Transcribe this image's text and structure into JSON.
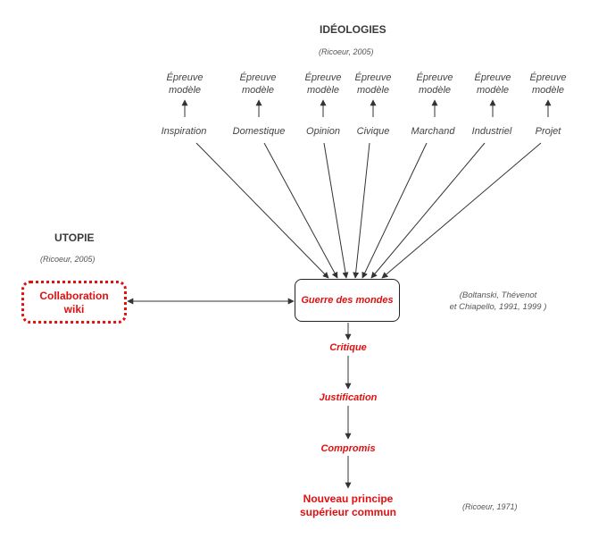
{
  "ideologies": {
    "title": "IDÉOLOGIES",
    "citation": "(Ricoeur, 2005)",
    "epreuve_line1": "Épreuve",
    "epreuve_line2": "modèle",
    "cities": [
      "Inspiration",
      "Domestique",
      "Opinion",
      "Civique",
      "Marchand",
      "Industriel",
      "Projet"
    ]
  },
  "utopie": {
    "title": "UTOPIE",
    "citation": "(Ricoeur, 2005)",
    "box_line1": "Collaboration",
    "box_line2": "wiki"
  },
  "center": {
    "label": "Guerre des mondes",
    "citation_line1": "(Boltanski, Thévenot",
    "citation_line2": "et Chiapello, 1991, 1999 )"
  },
  "chain": {
    "step1": "Critique",
    "step2": "Justification",
    "step3": "Compromis",
    "final_line1": "Nouveau principe",
    "final_line2": "supérieur commun",
    "final_citation": "(Ricoeur, 1971)"
  },
  "colors": {
    "accent": "#e01010",
    "line": "#333333"
  }
}
